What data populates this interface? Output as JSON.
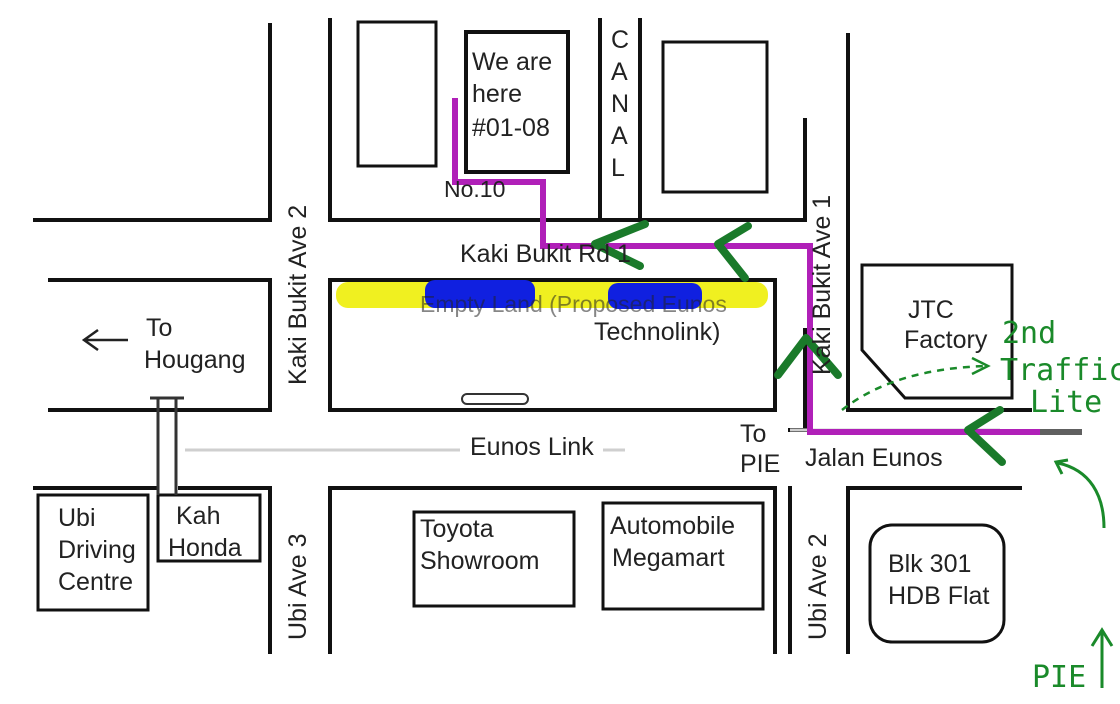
{
  "map": {
    "colors": {
      "road_line": "#111111",
      "route": "#b020b8",
      "highlight": "#f0f020",
      "highlight_blue": "#1020e0",
      "annotation": "#1a8a2a",
      "faint_line": "#cfcfcf"
    },
    "buildings": {
      "we_are_here": [
        "We are",
        "here",
        "#01-08"
      ],
      "no10": "No.10",
      "canal": [
        "C",
        "A",
        "N",
        "A",
        "L"
      ],
      "jtc": [
        "JTC",
        "Factory"
      ],
      "technolink": [
        "Empty Land (Proposed Eunos",
        "Technolink)"
      ],
      "ubi_driving": [
        "Ubi",
        "Driving",
        "Centre"
      ],
      "kah_honda": [
        "Kah",
        "Honda"
      ],
      "toyota": [
        "Toyota",
        "Showroom"
      ],
      "automobile": [
        "Automobile",
        "Megamart"
      ],
      "blk301": [
        "Blk 301",
        "HDB Flat"
      ]
    },
    "roads": {
      "kaki_bukit_ave2": "Kaki Bukit Ave 2",
      "kaki_bukit_ave1": "Kaki Bukit Ave 1",
      "kaki_bukit_rd1": "Kaki Bukit Rd 1",
      "eunos_link": "Eunos Link",
      "jalan_eunos": "Jalan Eunos",
      "ubi_ave3": "Ubi Ave 3",
      "ubi_ave2": "Ubi Ave 2"
    },
    "directions": {
      "to_hougang": [
        "To",
        "Hougang"
      ],
      "to_pie": [
        "To",
        "PIE"
      ]
    },
    "annotations": {
      "traffic_light": [
        "2nd",
        "Traffic",
        "Lite"
      ],
      "pie": "PIE"
    }
  }
}
